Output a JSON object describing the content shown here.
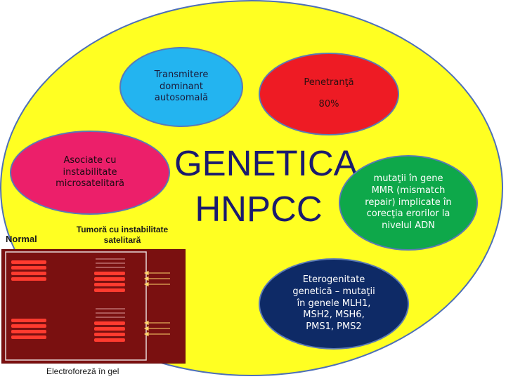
{
  "colors": {
    "background_oval": "#ffff22",
    "oval_border": "#4d6fb8",
    "bubble_blue": "#23b4f0",
    "bubble_red": "#ee1b24",
    "bubble_pink": "#ec1f6a",
    "bubble_green": "#0ea84a",
    "bubble_navy": "#0e2a66",
    "gel_background": "#7a1010",
    "band_color": "#ff3b2f",
    "title_color": "#1a1a6e"
  },
  "title": "GENETICA\nHNPCC",
  "bubbles": {
    "inheritance": "Transmitere\ndominant\nautosomală",
    "penetrance_label": "Penetranţă",
    "penetrance_value": "80%",
    "instability": "Asociate cu\ninstabilitate\nmicrosatelitară",
    "mmr": "mutaţii în gene\nMMR (mismatch\nrepair) implicate în\ncorecţia erorilor la\nnivelul ADN",
    "heterogeneity": "Eterogenitate\ngenetică – mutaţii\nîn genele MLH1,\nMSH2, MSH6,\nPMS1, PMS2"
  },
  "gel": {
    "normal_label": "Normal",
    "tumor_label": "Tumoră cu instabilitate\nsatelitară",
    "caption": "Electroforeză în gel"
  }
}
